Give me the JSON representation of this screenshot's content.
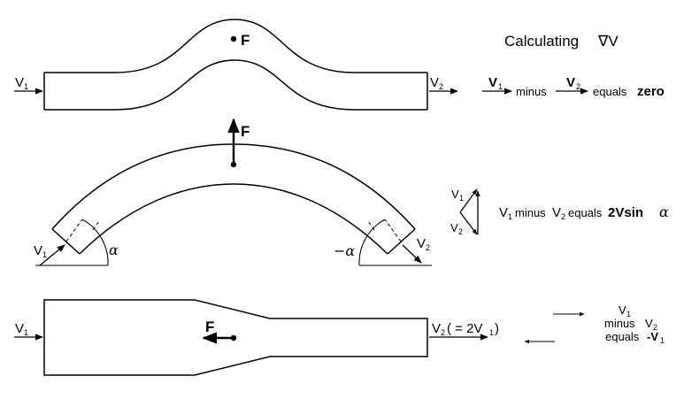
{
  "heading": {
    "prefix": "Calculating",
    "operator": "∇V"
  },
  "pipe1": {
    "force_label": "F",
    "inlet": {
      "base": "V",
      "sub": "1"
    },
    "outlet": {
      "base": "V",
      "sub": "2"
    },
    "eq": {
      "v1": "V",
      "v1_sub": "1",
      "minus": "minus",
      "v2": "V",
      "v2_sub": "2",
      "equals": "equals",
      "result": "zero"
    }
  },
  "pipe2": {
    "force_label": "F",
    "inlet": {
      "base": "V",
      "sub": "1"
    },
    "outlet": {
      "base": "V",
      "sub": "2"
    },
    "alpha": "α",
    "neg_alpha": "−α",
    "vec_v1": {
      "base": "V",
      "sub": "1"
    },
    "vec_v2": {
      "base": "V",
      "sub": "2"
    },
    "eq": {
      "v1": "V",
      "v1_sub": "1",
      "minus": "minus",
      "v2": "V",
      "v2_sub": "2",
      "equals": "equals",
      "result": "2Vsin",
      "alpha": "α"
    }
  },
  "pipe3": {
    "force_label": "F",
    "inlet": {
      "base": "V",
      "sub": "1"
    },
    "outlet": {
      "base": "V",
      "sub": "2",
      "paren_open": "( = 2V",
      "paren_sub": "1",
      "paren_close": " )"
    },
    "eq": {
      "v1": "V",
      "v1_sub": "1",
      "minus": "minus",
      "v2": "V",
      "v2_sub": "2",
      "equals": "equals",
      "result": "-V",
      "result_sub": "1"
    }
  }
}
